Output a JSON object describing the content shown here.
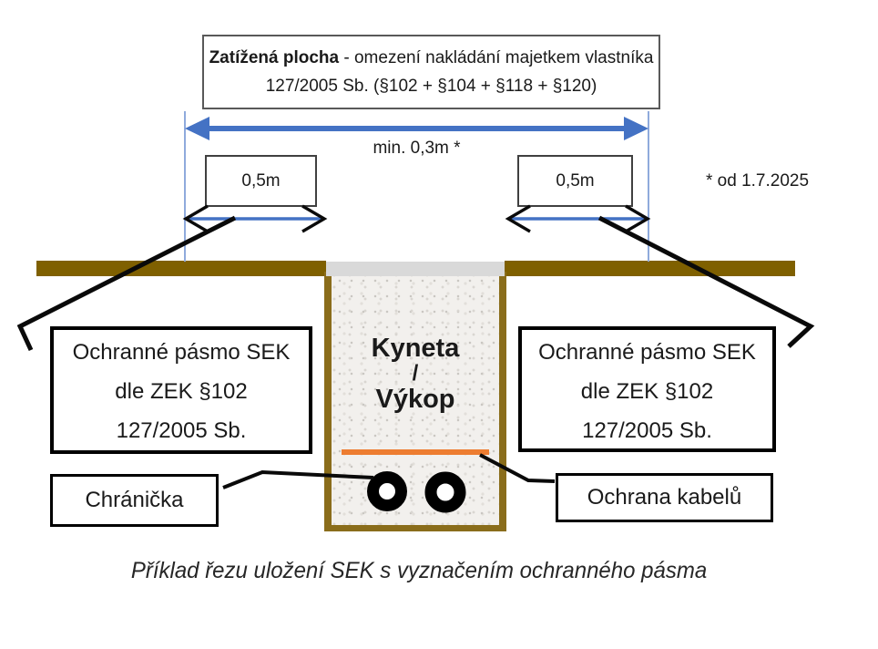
{
  "header_box": {
    "title_bold": "Zatížená plocha",
    "title_rest": " - omezení nakládání majetkem vlastníka",
    "line2": "127/2005 Sb. (§102 + §104 + §118 + §120)"
  },
  "dimensions": {
    "span_label": "min. 0,3m *",
    "left_offset": "0,5m",
    "right_offset": "0,5m",
    "footnote": "* od 1.7.2025"
  },
  "protection_zone_left": {
    "line1": "Ochranné pásmo SEK",
    "line2": "dle ZEK §102",
    "line3": "127/2005 Sb."
  },
  "protection_zone_right": {
    "line1": "Ochranné pásmo SEK",
    "line2": "dle ZEK §102",
    "line3": "127/2005 Sb."
  },
  "trench": {
    "line1": "Kyneta",
    "separator": "/",
    "line2": "Výkop"
  },
  "conduit_label": "Chránička",
  "cable_protection_label": "Ochrana kabelů",
  "caption": "Příklad řezu uložení SEK s vyznačením ochranného pásma",
  "colors": {
    "arrow_blue": "#4472C4",
    "guide_blue": "#8FAADC",
    "ground_brown": "#7F6000",
    "trench_wall": "#8A6D1B",
    "top_strip_gray": "#D9D9D9",
    "cable_cover_orange": "#ED7D31"
  }
}
